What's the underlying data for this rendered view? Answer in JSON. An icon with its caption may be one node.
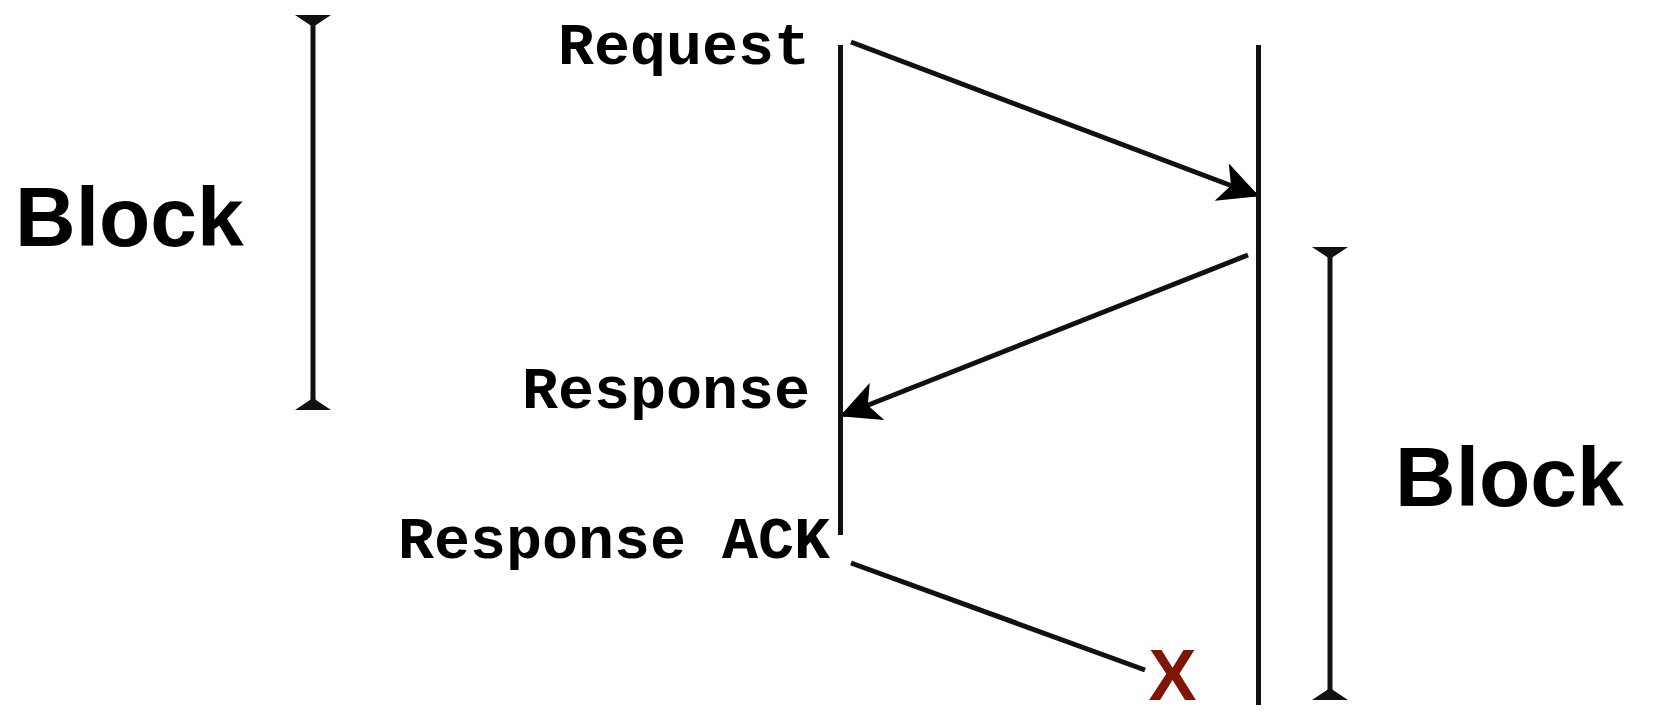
{
  "diagram": {
    "nodes": [
      {
        "text": [],
        "shape": "bar"
      },
      {
        "text": [],
        "shape": "bar"
      },
      {
        "text": [
          "X"
        ]
      }
    ],
    "edges": [
      {
        "from": 0,
        "to": 1,
        "arrow": "to",
        "label": "Request"
      },
      {
        "from": 1,
        "to": 0,
        "arrow": "to",
        "label": "Response"
      },
      {
        "from": 0,
        "to": 2,
        "arrow": "none",
        "label": "Response ACK"
      }
    ],
    "labels": [
      "Block",
      "Block"
    ]
  }
}
